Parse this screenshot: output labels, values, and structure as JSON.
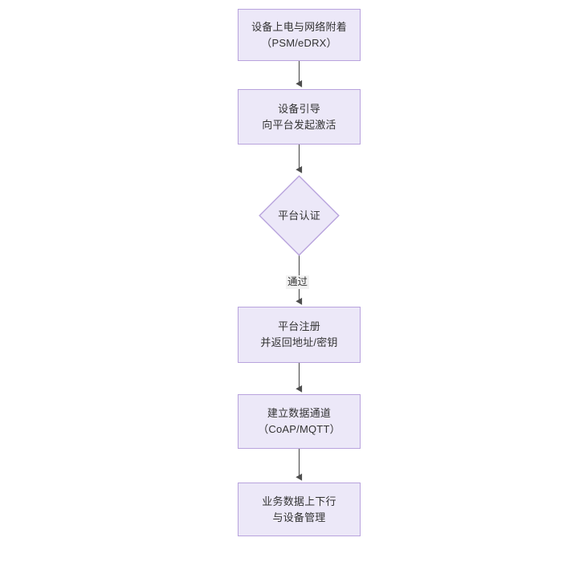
{
  "diagram": {
    "type": "flowchart",
    "orientation": "top-to-bottom",
    "background_color": "#ffffff",
    "node_fill_color": "#ece8f8",
    "node_border_color": "#b8a3dd",
    "text_color": "#333333",
    "connector_color": "#4d4d4d",
    "nodes": [
      {
        "id": "n1",
        "shape": "rect",
        "line1": "设备上电与网络附着",
        "line2": "（PSM/eDRX）"
      },
      {
        "id": "n2",
        "shape": "rect",
        "line1": "设备引导",
        "line2": "向平台发起激活"
      },
      {
        "id": "n3",
        "shape": "diamond",
        "line1": "平台认证",
        "line2": ""
      },
      {
        "id": "n4",
        "shape": "rect",
        "line1": "平台注册",
        "line2": "并返回地址/密钥"
      },
      {
        "id": "n5",
        "shape": "rect",
        "line1": "建立数据通道",
        "line2": "（CoAP/MQTT）"
      },
      {
        "id": "n6",
        "shape": "rect",
        "line1": "业务数据上下行",
        "line2": "与设备管理"
      }
    ],
    "edges": [
      {
        "id": "e1",
        "from": "n1",
        "to": "n2",
        "label": ""
      },
      {
        "id": "e2",
        "from": "n2",
        "to": "n3",
        "label": ""
      },
      {
        "id": "e3",
        "from": "n3",
        "to": "n4",
        "label": "通过"
      },
      {
        "id": "e4",
        "from": "n4",
        "to": "n5",
        "label": ""
      },
      {
        "id": "e5",
        "from": "n5",
        "to": "n6",
        "label": ""
      }
    ]
  }
}
